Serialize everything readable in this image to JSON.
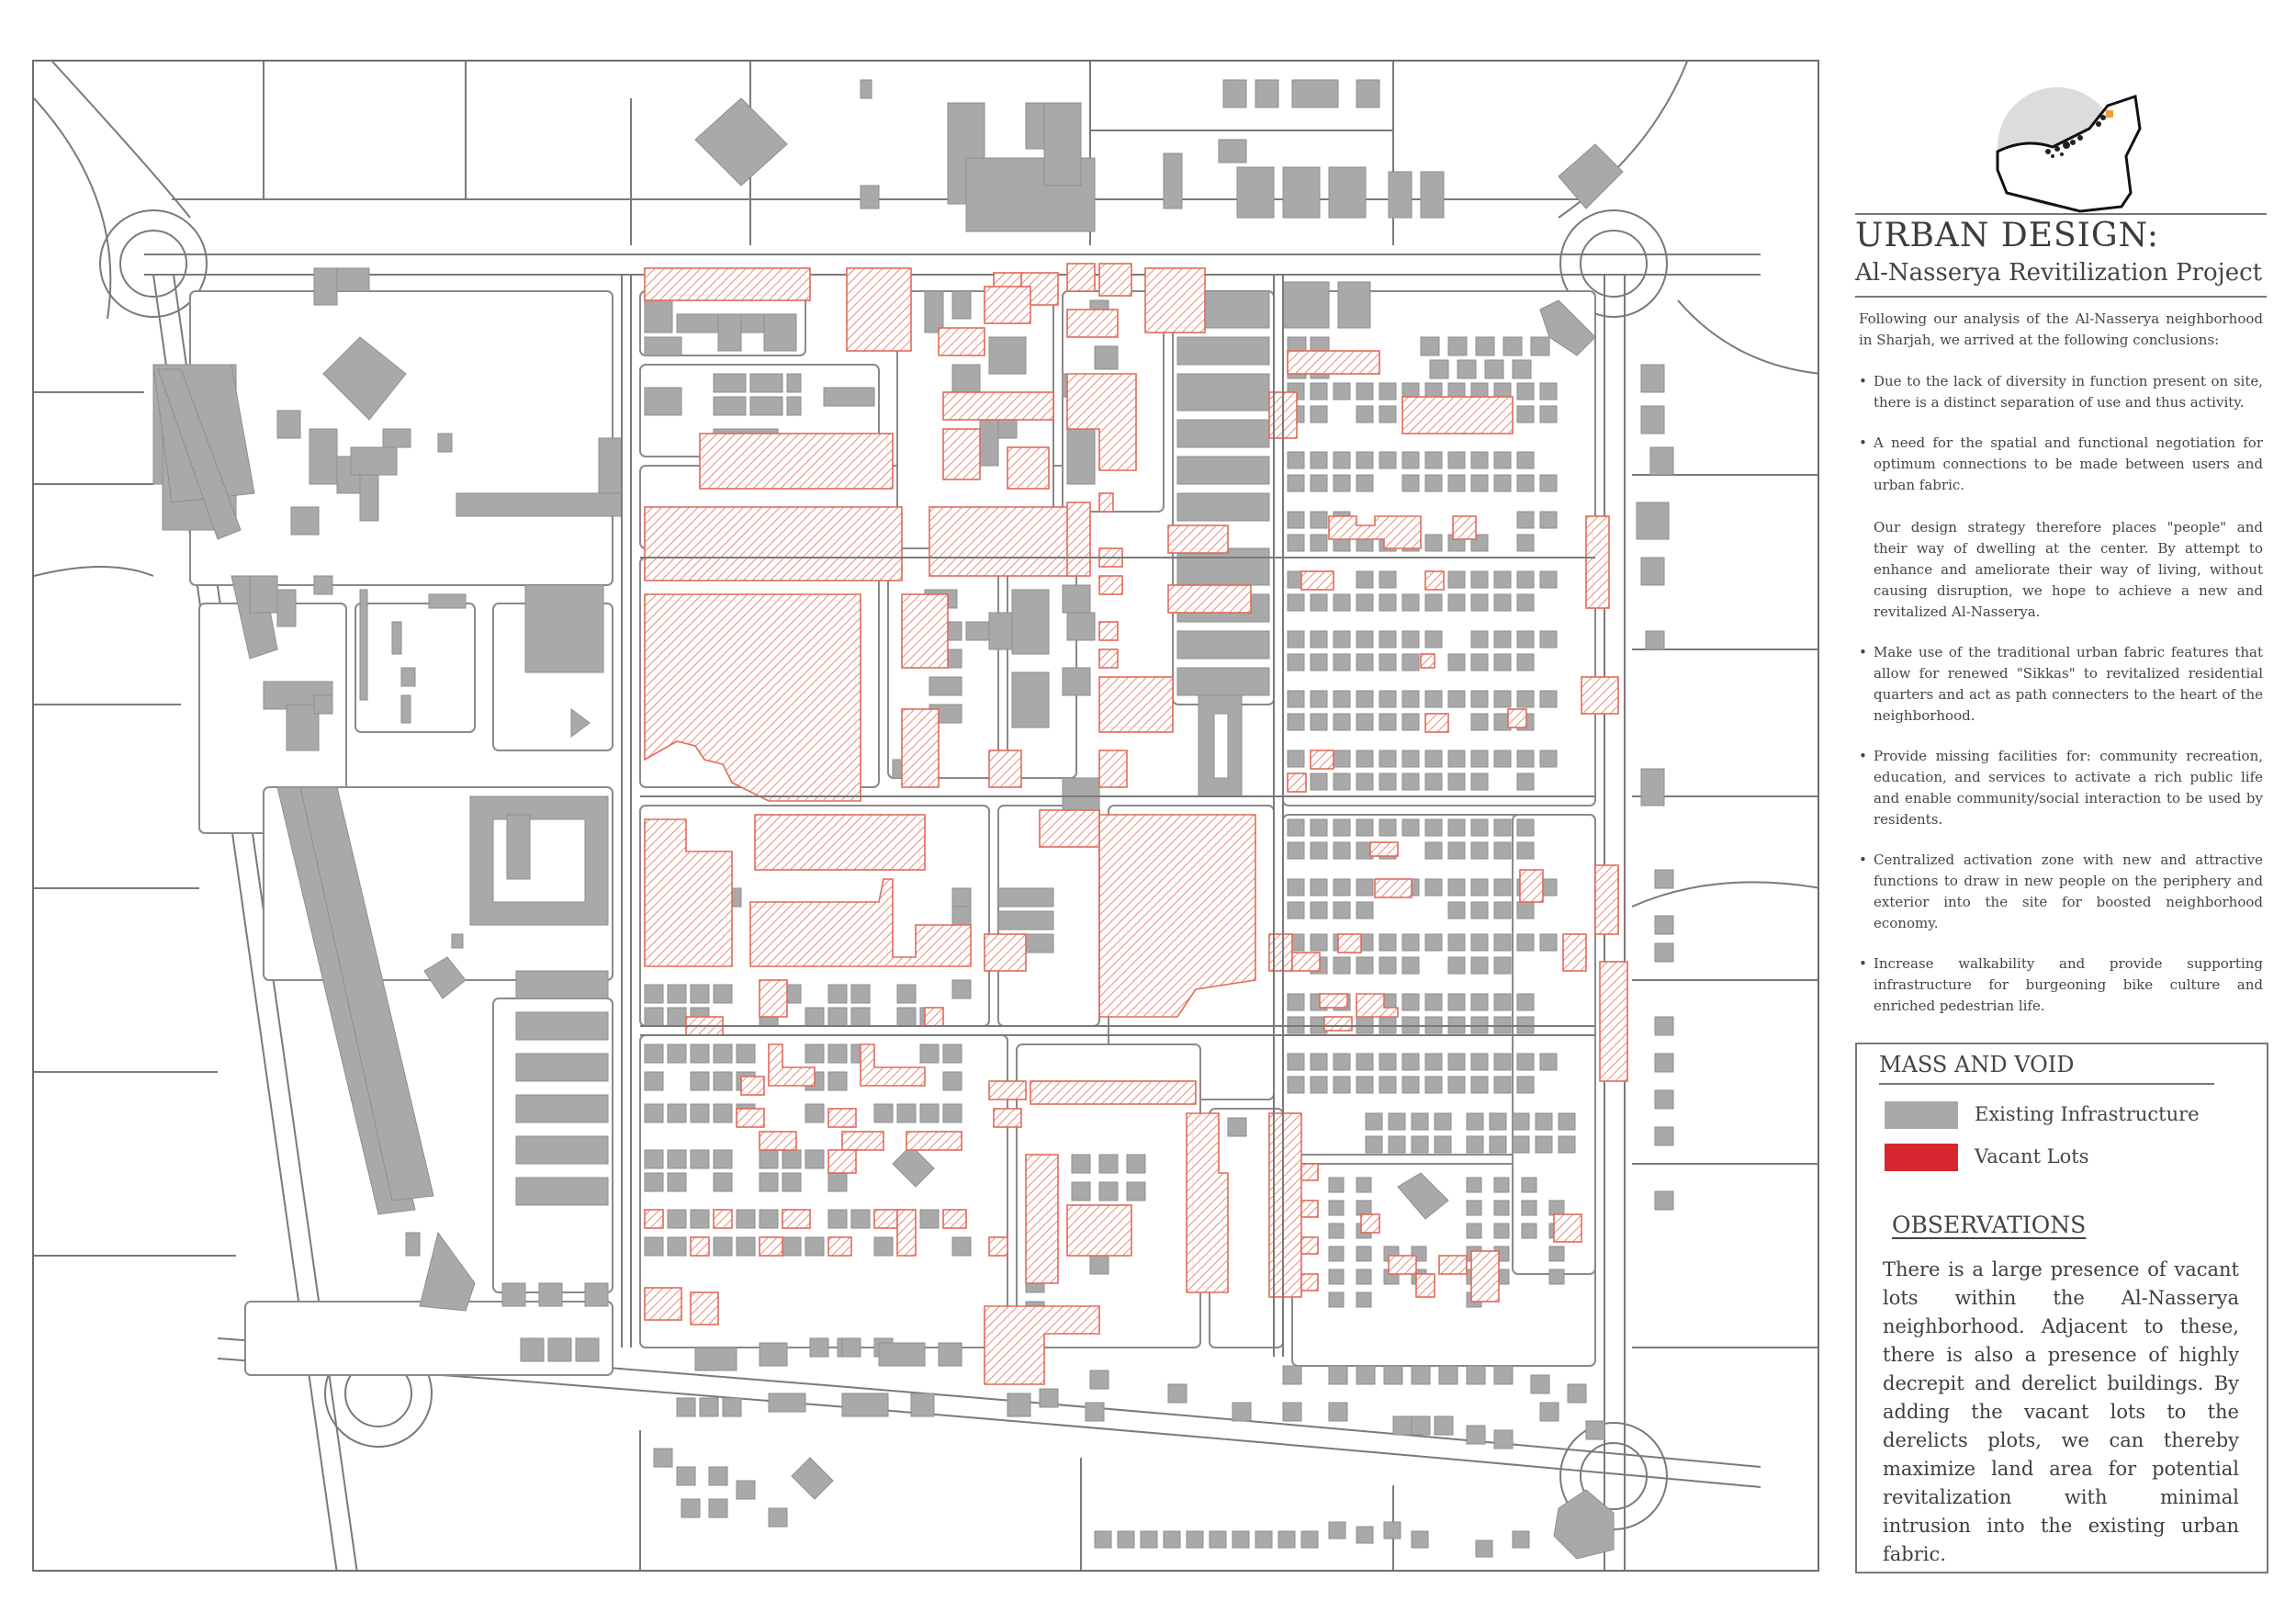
{
  "title": {
    "main": "URBAN DESIGN:",
    "sub": "Al-Nasserya Revitilization Project"
  },
  "intro": "Following our analysis of the Al-Nasserya neighborhood in Sharjah, we arrived at the following conclusions:",
  "conclusions": [
    {
      "text": "Due to the lack of diversity in function present on site, there is a distinct separation of use and thus activity.",
      "extra": ""
    },
    {
      "text": "A need for the spatial and functional negotiation for optimum connections to be made between users and urban fabric.",
      "extra": "Our design strategy therefore places \"people\" and their way of dwelling at the center. By attempt to enhance and ameliorate their way of living, without causing disruption, we hope to achieve a new and revitalized Al-Nasserya."
    },
    {
      "text": "Make use of the traditional urban fabric features that allow for renewed \"Sikkas\" to revitalized residential quarters and act as path connecters to the heart of the neighborhood.",
      "extra": ""
    },
    {
      "text": "Provide missing facilities for: community recreation, education, and services to activate a rich public life and enable community/social interaction to be used by residents.",
      "extra": ""
    },
    {
      "text": "Centralized activation zone with new and attractive functions to draw in new people on the periphery and exterior into the site for boosted neighborhood economy.",
      "extra": ""
    },
    {
      "text": "Increase walkability and provide supporting infrastructure for burgeoning bike culture and enriched pedestrian life.",
      "extra": ""
    }
  ],
  "legend": {
    "heading": "MASS AND VOID",
    "items": [
      {
        "label": "Existing Infrastructure",
        "color": "#a9a9a9"
      },
      {
        "label": "Vacant Lots",
        "color": "#d8262e"
      }
    ]
  },
  "observations": {
    "heading": "OBSERVATIONS",
    "text": "There is a large presence of vacant lots within the Al-Nasserya neighborhood. Adjacent to these, there is also a presence of highly decrepit and derelict buildings. By adding the vacant lots to the derelicts plots, we can thereby maximize land area for potential revitalization with minimal intrusion into the existing urban fabric."
  },
  "colors": {
    "existing": "#a9a9a9",
    "vacant_stroke": "#e06b5a",
    "vacant_legend": "#d8262e",
    "location_marker": "#f0a030"
  },
  "icons": {
    "locator": "uae-locator-map-icon",
    "bullet": "•"
  }
}
